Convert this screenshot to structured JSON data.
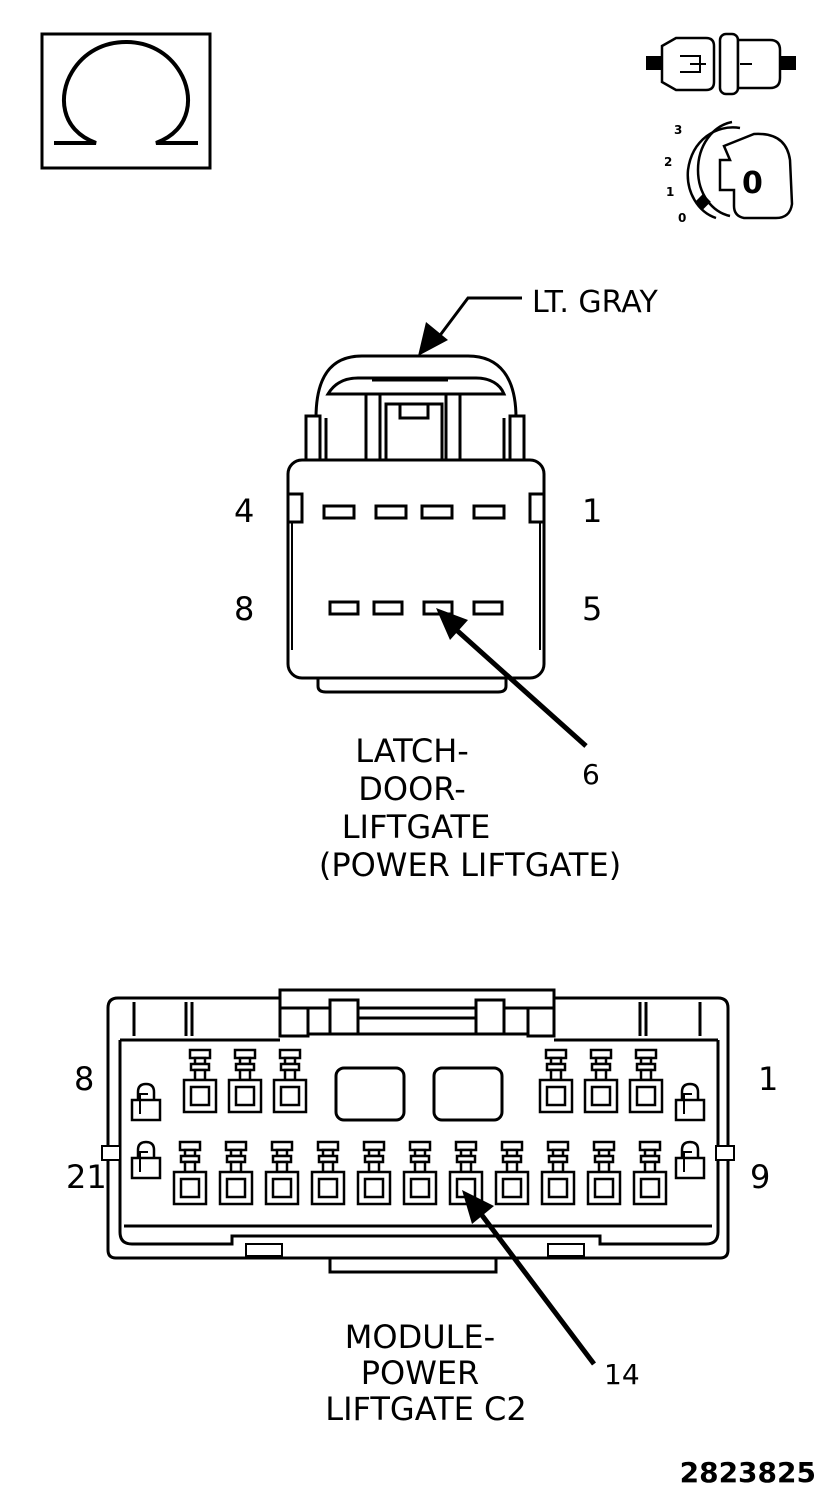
{
  "icons": {
    "ohm_symbol": "omega-icon",
    "connector": "connector-disconnected-icon",
    "ignition": "ignition-key-off-icon",
    "ignition_positions": [
      "3",
      "2",
      "1",
      "0"
    ],
    "ignition_key_label": "0"
  },
  "connector1": {
    "color_label": "LT. GRAY",
    "pin_labels": {
      "top_left": "4",
      "top_right": "1",
      "bottom_left": "8",
      "bottom_right": "5"
    },
    "pointed_pin": "6",
    "name_lines": [
      "LATCH-",
      "DOOR-",
      "LIFTGATE",
      "(POWER LIFTGATE)"
    ]
  },
  "connector2": {
    "pin_labels": {
      "top_left": "8",
      "top_right": "1",
      "bottom_left": "21",
      "bottom_right": "9"
    },
    "pointed_pin": "14",
    "name_lines": [
      "MODULE-",
      "POWER",
      "LIFTGATE C2"
    ]
  },
  "figure_number": "2823825"
}
